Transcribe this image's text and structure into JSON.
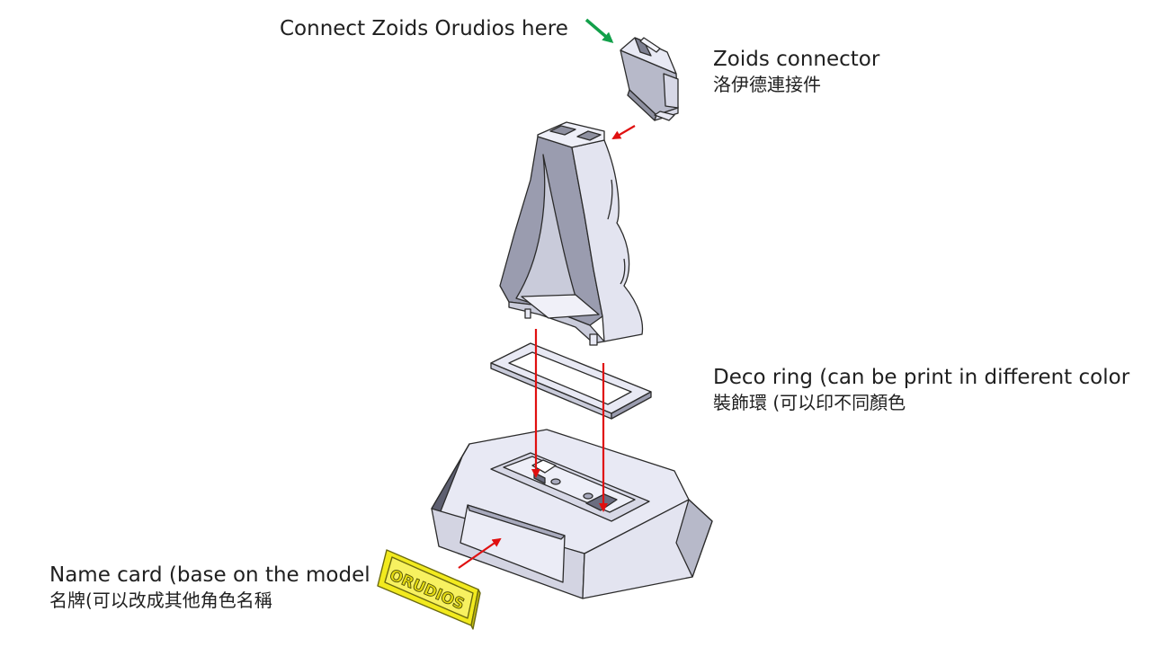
{
  "labels": {
    "connect_here": "Connect Zoids Orudios here",
    "connector": {
      "en": "Zoids connector",
      "zh": "洛伊德連接件"
    },
    "deco_ring": {
      "en": "Deco ring (can be print in different color",
      "zh": "裝飾環 (可以印不同顏色"
    },
    "name_card": {
      "en": "Name card (base on the model",
      "zh": "名牌(可以改成其他角色名稱"
    },
    "name_card_plate_text": "ORUDIOS"
  },
  "colors": {
    "part_fill": "#e8e9f4",
    "part_shade": "#c9cbda",
    "part_dark": "#8e90a0",
    "outline": "#2b2b2b",
    "arrow_red": "#e01010",
    "arrow_green": "#12a04a",
    "plate_yellow": "#f2ea1e",
    "plate_outline": "#6b6a10"
  }
}
